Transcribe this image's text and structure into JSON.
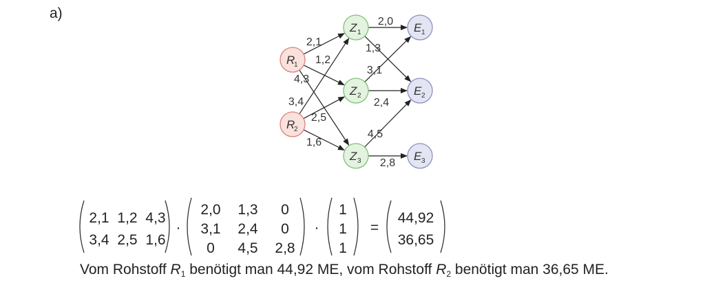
{
  "part_label": "a)",
  "graph": {
    "nodes": [
      {
        "id": "R1",
        "main": "R",
        "sub": "1",
        "group": "raw"
      },
      {
        "id": "R2",
        "main": "R",
        "sub": "2",
        "group": "raw"
      },
      {
        "id": "Z1",
        "main": "Z",
        "sub": "1",
        "group": "intermediate"
      },
      {
        "id": "Z2",
        "main": "Z",
        "sub": "2",
        "group": "intermediate"
      },
      {
        "id": "Z3",
        "main": "Z",
        "sub": "3",
        "group": "intermediate"
      },
      {
        "id": "E1",
        "main": "E",
        "sub": "1",
        "group": "end"
      },
      {
        "id": "E2",
        "main": "E",
        "sub": "2",
        "group": "end"
      },
      {
        "id": "E3",
        "main": "E",
        "sub": "3",
        "group": "end"
      }
    ],
    "edges": [
      {
        "from": "R1",
        "to": "Z1",
        "label": "2,1"
      },
      {
        "from": "R1",
        "to": "Z2",
        "label": "1,2"
      },
      {
        "from": "R1",
        "to": "Z3",
        "label": "4,3"
      },
      {
        "from": "R2",
        "to": "Z1",
        "label": "3,4"
      },
      {
        "from": "R2",
        "to": "Z2",
        "label": "2,5"
      },
      {
        "from": "R2",
        "to": "Z3",
        "label": "1,6"
      },
      {
        "from": "Z1",
        "to": "E1",
        "label": "2,0"
      },
      {
        "from": "Z1",
        "to": "E2",
        "label": "1,3"
      },
      {
        "from": "Z2",
        "to": "E1",
        "label": "3,1"
      },
      {
        "from": "Z2",
        "to": "E2",
        "label": "2,4"
      },
      {
        "from": "Z3",
        "to": "E2",
        "label": "4,5"
      },
      {
        "from": "Z3",
        "to": "E3",
        "label": "2,8"
      }
    ],
    "colors": {
      "raw": {
        "fill": "#f9e1dd",
        "stroke": "#d9817a"
      },
      "intermediate": {
        "fill": "#e3f3df",
        "stroke": "#7fc079"
      },
      "end": {
        "fill": "#e3e5f3",
        "stroke": "#8a90c2"
      }
    }
  },
  "equation": {
    "matrix_a": [
      [
        "2,1",
        "1,2",
        "4,3"
      ],
      [
        "3,4",
        "2,5",
        "1,6"
      ]
    ],
    "matrix_b": [
      [
        "2,0",
        "1,3",
        "0"
      ],
      [
        "3,1",
        "2,4",
        "0"
      ],
      [
        "0",
        "4,5",
        "2,8"
      ]
    ],
    "vector": [
      "1",
      "1",
      "1"
    ],
    "result": [
      "44,92",
      "36,65"
    ],
    "dot": "·",
    "equals": "="
  },
  "conclusion": {
    "t1": "Vom Rohstoff ",
    "var1": "R",
    "sub1": "1",
    "t2": " benötigt man 44,92 ME, vom Rohstoff ",
    "var2": "R",
    "sub2": "2",
    "t3": " benötigt man 36,65 ME."
  }
}
